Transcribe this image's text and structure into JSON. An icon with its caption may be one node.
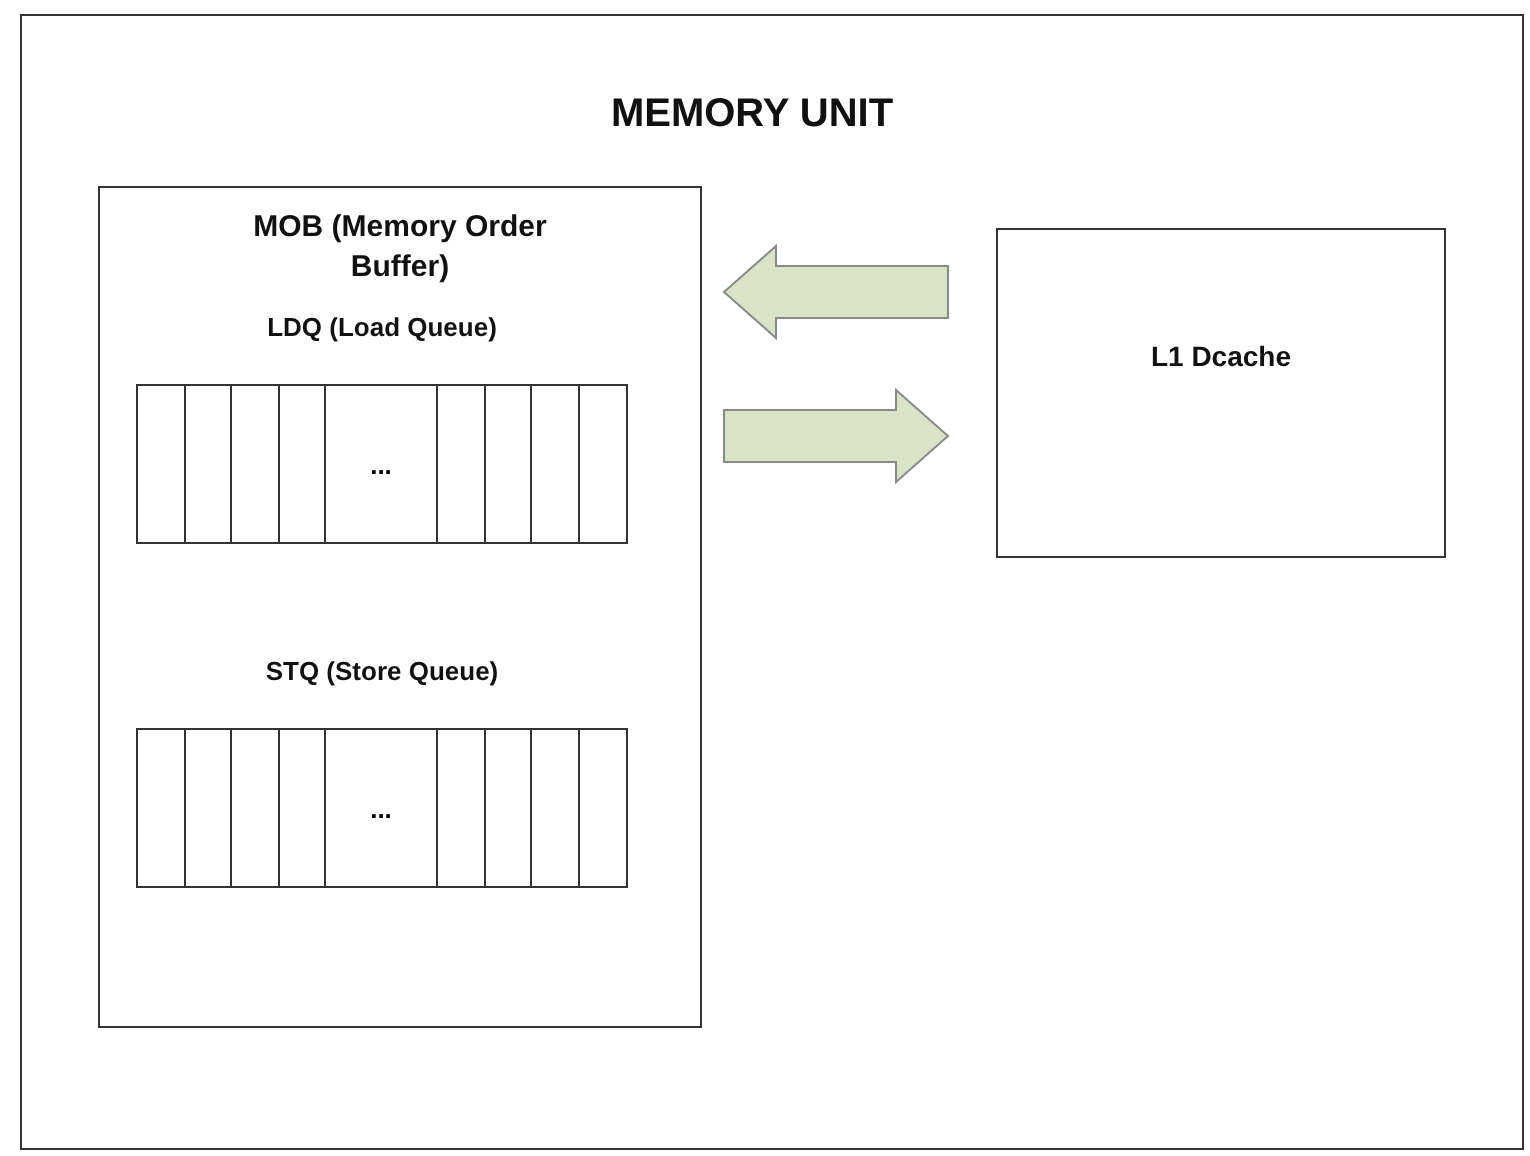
{
  "diagram": {
    "nodes": [
      {
        "text": [
          "MEMORY UNIT"
        ]
      },
      {
        "text": [
          "MOB (Memory Order Buffer)"
        ],
        "in": 0
      },
      {
        "text": [
          "LDQ (Load Queue)",
          "..."
        ],
        "in": 1
      },
      {
        "text": [
          "STQ (Store Queue)",
          "..."
        ],
        "in": 1
      },
      {
        "text": [
          "L1 Dcache"
        ],
        "in": 0
      }
    ],
    "edges": [
      {
        "from": 4,
        "to": 1,
        "arrow": "to"
      },
      {
        "from": 1,
        "to": 4,
        "arrow": "to"
      }
    ]
  }
}
